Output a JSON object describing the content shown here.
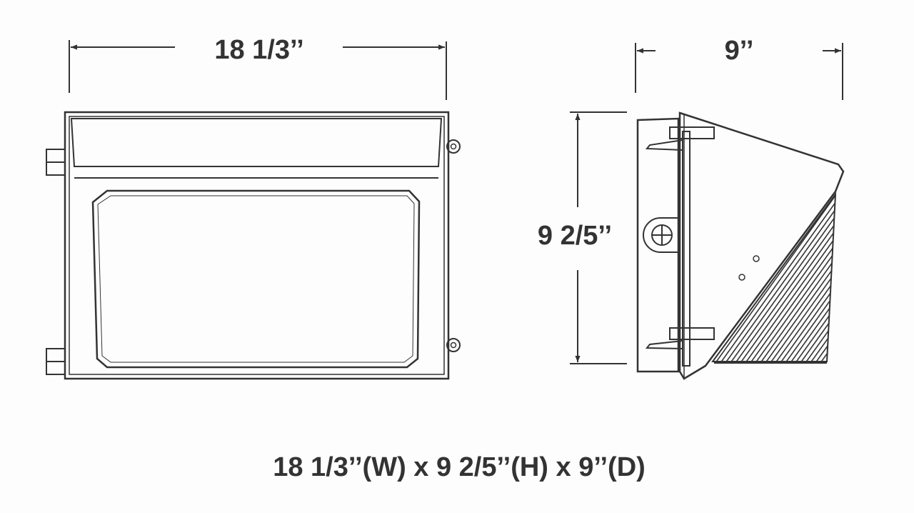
{
  "dimensions": {
    "width_label": "18 1/3’’",
    "depth_label": "9’’",
    "height_label": "9 2/5’’"
  },
  "caption": "18 1/3’’(W) x 9 2/5’’(H) x 9’’(D)",
  "colors": {
    "line": "#333333",
    "background": "#fdfdfd"
  }
}
